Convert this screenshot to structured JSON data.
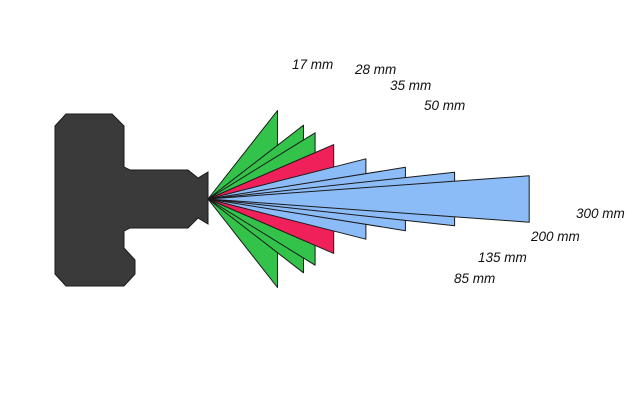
{
  "diagram": {
    "colors": {
      "camera_body": "#3a3a3a",
      "outline": "#1a1a1a",
      "wide": "#33c24a",
      "normal": "#f0215a",
      "tele": "#8cbcf8",
      "background": "#ffffff"
    },
    "lenses": [
      {
        "label": "17 mm",
        "focal_mm": 17,
        "group": "wide"
      },
      {
        "label": "28 mm",
        "focal_mm": 28,
        "group": "wide"
      },
      {
        "label": "35 mm",
        "focal_mm": 35,
        "group": "wide"
      },
      {
        "label": "50 mm",
        "focal_mm": 50,
        "group": "normal"
      },
      {
        "label": "85 mm",
        "focal_mm": 85,
        "group": "tele"
      },
      {
        "label": "135 mm",
        "focal_mm": 135,
        "group": "tele"
      },
      {
        "label": "200 mm",
        "focal_mm": 200,
        "group": "tele"
      },
      {
        "label": "300 mm",
        "focal_mm": 300,
        "group": "tele"
      }
    ]
  }
}
